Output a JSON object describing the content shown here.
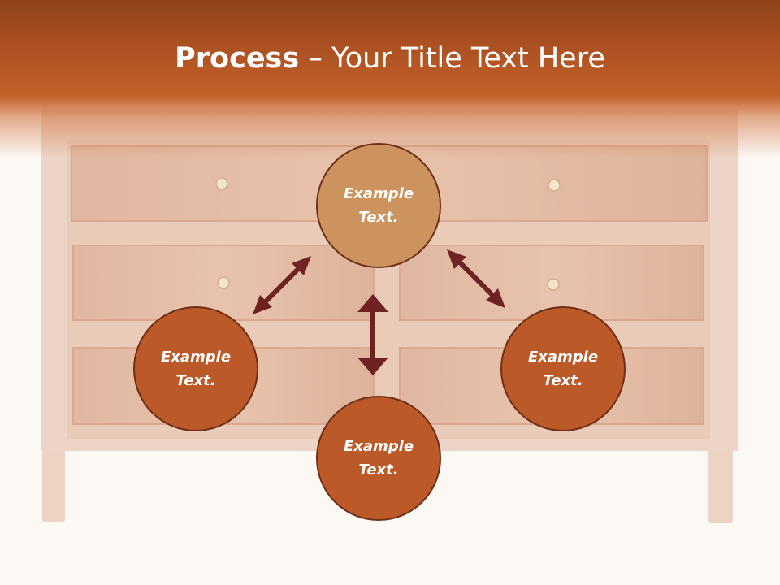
{
  "title": {
    "bold": "Process",
    "rest": " – Your Title Text Here"
  },
  "nodes": [
    {
      "id": "top",
      "text": "Example Text.",
      "color": "#cd935e"
    },
    {
      "id": "left",
      "text": "Example Text.",
      "color": "#bb5a28"
    },
    {
      "id": "bottom",
      "text": "Example Text.",
      "color": "#bb5a28"
    },
    {
      "id": "right",
      "text": "Example Text.",
      "color": "#bb5a28"
    }
  ],
  "colors": {
    "header": "#b8572a",
    "arrow": "#6e2222",
    "node_border": "#6e2e17",
    "background": "#fcf8f4"
  }
}
